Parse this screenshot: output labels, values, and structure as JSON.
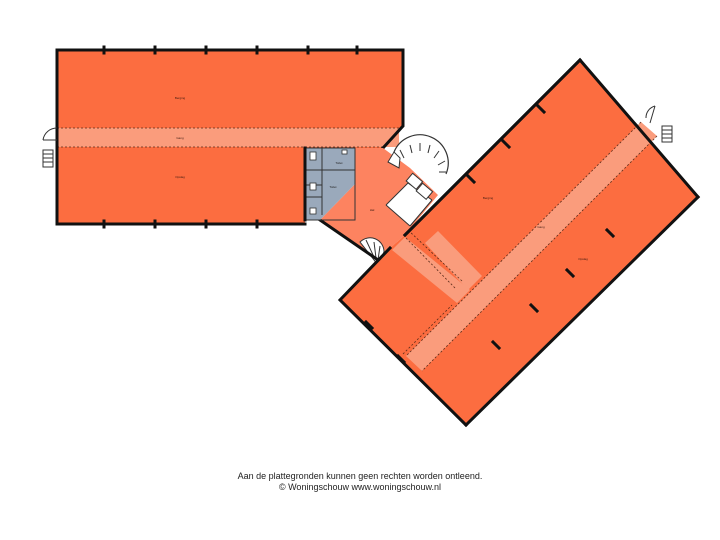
{
  "rooms": {
    "top_left_room": "Berging",
    "left_corridor": "Gang",
    "bottom_left_room": "Opslag",
    "service_room_1": "Toilet",
    "service_room_2": "Toilet",
    "hall": "Hal",
    "right_top_room": "Berging",
    "right_corridor": "Gang",
    "right_bottom_room": "Opslag"
  },
  "footer": {
    "disclaimer": "Aan de plattegronden kunnen geen rechten worden ontleend.",
    "copyright": "© Woningschouw www.woningschouw.nl"
  },
  "colors": {
    "room": "#fc6d40",
    "corridor": "#fa9c7c",
    "service": "#9aa9bb",
    "wall": "#111111"
  }
}
